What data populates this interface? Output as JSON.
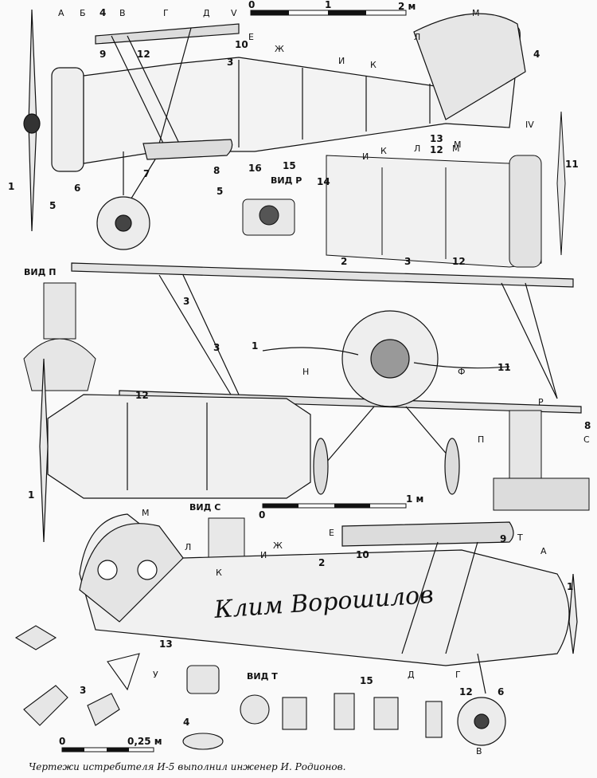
{
  "caption": "Чертежи истребителя И-5 выполнил инженер И. Родионов.",
  "scales": {
    "top": [
      "0",
      "1",
      "2 м"
    ],
    "middle": [
      "0",
      "1 м"
    ],
    "bottom": [
      "0",
      "0,25 м"
    ]
  },
  "view_labels": {
    "p_top": "ВИД Р",
    "p_left": "ВИД П",
    "c": "ВИД С",
    "t": "ВИД Т"
  },
  "fuselage_inscription": "Клим Ворошилов",
  "markings": {
    "top_sections": [
      "А",
      "Б",
      "4",
      "В",
      "Г",
      "Д",
      "V",
      "М"
    ],
    "mid_sections": [
      "Е",
      "Ж",
      "И",
      "К",
      "Л",
      "IV",
      "М"
    ],
    "engine_sections": [
      "И",
      "К",
      "Л",
      "12",
      "М"
    ],
    "bottom_sections": [
      "Е",
      "Ж",
      "И",
      "К",
      "Л",
      "М",
      "Д",
      "Г",
      "А",
      "В"
    ]
  },
  "callouts": [
    "1",
    "2",
    "3",
    "4",
    "5",
    "6",
    "7",
    "8",
    "9",
    "10",
    "11",
    "12",
    "13",
    "14",
    "15",
    "16"
  ],
  "arrows": {
    "n": "Н",
    "f": "Ф",
    "p": "П",
    "c": "С",
    "r": "Р",
    "y": "У",
    "t": "Т"
  }
}
